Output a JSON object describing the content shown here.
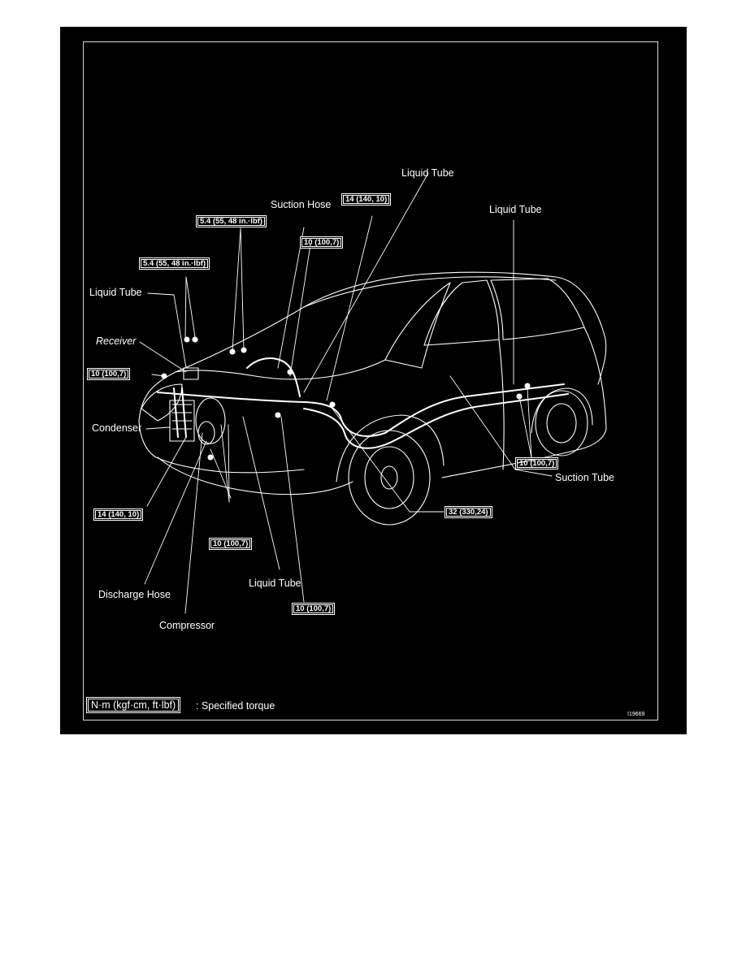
{
  "diagram": {
    "labels": {
      "liquid_tube_top": "Liquid Tube",
      "liquid_tube_right": "Liquid Tube",
      "suction_hose": "Suction Hose",
      "liquid_tube_left": "Liquid Tube",
      "receiver": "Receiver",
      "condenser": "Condenser",
      "suction_tube": "Suction Tube",
      "liquid_tube_bottom": "Liquid Tube",
      "discharge_hose": "Discharge Hose",
      "compressor": "Compressor"
    },
    "torques": {
      "t_14_top": "14 (140, 10)",
      "t_54_a": "5.4 (55, 48 in.·lbf)",
      "t_10_mid": "10 (100,7)",
      "t_54_b": "5.4 (55, 48 in.·lbf)",
      "t_10_left": "10 (100,7)",
      "t_10_right": "10 (100,7)",
      "t_32": "32 (330,24)",
      "t_14_bottom": "14 (140, 10)",
      "t_10_lower": "10 (100,7)",
      "t_10_bottom": "10 (100,7)"
    },
    "legend": {
      "unit": "N·m (kgf·cm, ft·lbf)",
      "text": ": Specified torque"
    },
    "figure_id": "I19669"
  }
}
